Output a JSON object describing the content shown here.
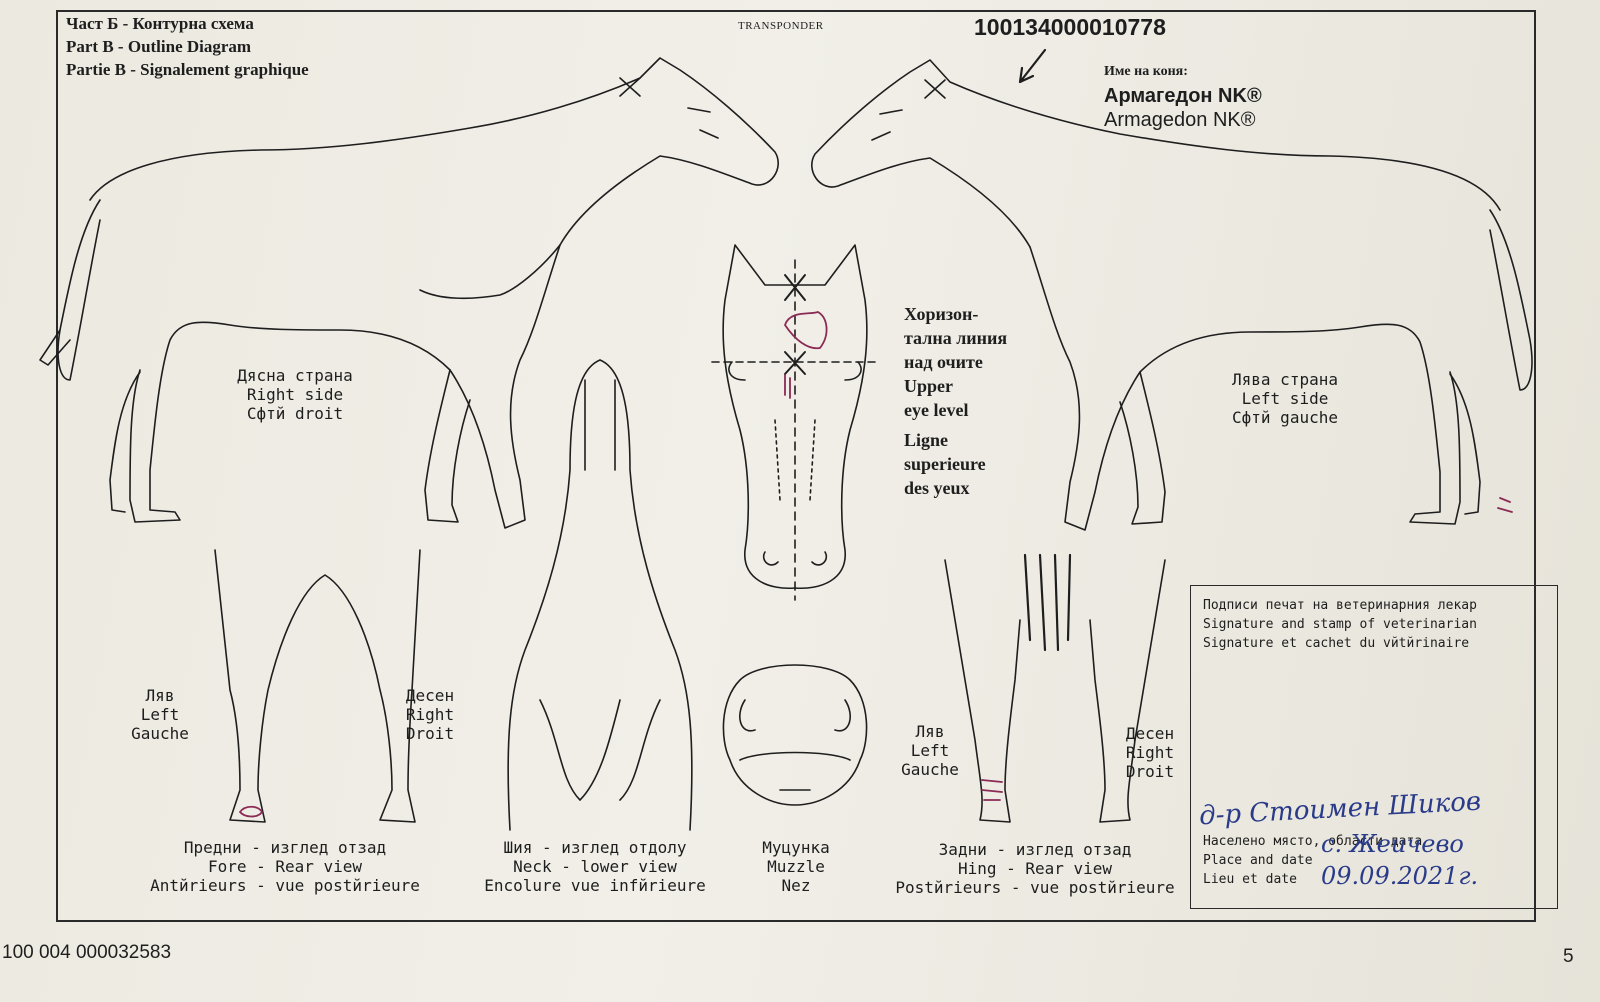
{
  "header": {
    "line_bg": "Част Б - Контурна схема",
    "line_en": "Part B - Outline Diagram",
    "line_fr": "Partie B - Signalement graphique"
  },
  "transponder": {
    "label": "TRANSPONDER",
    "number": "100134000010778"
  },
  "horse_name": {
    "label": "Име на коня:",
    "name_bg": "Армагедон NK®",
    "name_latin": "Armagedon NK®"
  },
  "right_side": {
    "bg": "Дясна страна",
    "en": "Right side",
    "fr": "Cфтй droit"
  },
  "left_side": {
    "bg": "Лява страна",
    "en": "Left side",
    "fr": "Cфтй gauche"
  },
  "eye_level": {
    "bg_1": "Хоризон-",
    "bg_2": "тална линия",
    "bg_3": "над очите",
    "en_1": "Upper",
    "en_2": "eye level",
    "fr_1": "Ligne",
    "fr_2": "superieure",
    "fr_3": "des yeux"
  },
  "fore_view": {
    "left_bg": "Ляв",
    "left_en": "Left",
    "left_fr": "Gauche",
    "right_bg": "Десен",
    "right_en": "Right",
    "right_fr": "Droit",
    "caption_bg": "Предни - изглед отзад",
    "caption_en": "Fore - Rear view",
    "caption_fr": "Antйrieurs - vue postйrieure"
  },
  "neck_view": {
    "caption_bg": "Шия - изглед отдолу",
    "caption_en": "Neck - lower view",
    "caption_fr": "Encolure vue infйrieure"
  },
  "muzzle": {
    "caption_bg": "Муцунка",
    "caption_en": "Muzzle",
    "caption_fr": "Nez"
  },
  "hind_view": {
    "left_bg": "Ляв",
    "left_en": "Left",
    "left_fr": "Gauche",
    "right_bg": "Десен",
    "right_en": "Right",
    "right_fr": "Droit",
    "caption_bg": "Задни - изглед отзад",
    "caption_en": "Hing - Rear view",
    "caption_fr": "Postйrieurs - vue postйrieure"
  },
  "vet": {
    "bg": "Подписи печат на ветеринарния лекар",
    "en": "Signature and stamp of veterinarian",
    "fr": "Signature et cachet du vйtйrinaire",
    "place_bg": "Населено място, области дата",
    "place_en": "Place and date",
    "place_fr": "Lieu et date",
    "signature": "д-р Стоимен Шиков",
    "place_value": "с. Жеичево",
    "date_value": "09.09.2021г."
  },
  "footer": {
    "doc_number": "100 004 000032583",
    "page": "5"
  },
  "colors": {
    "ink": "#1e1e1e",
    "marking": "#8a2a55",
    "handwriting": "#2a3b8a",
    "paper": "#eeebe3"
  }
}
